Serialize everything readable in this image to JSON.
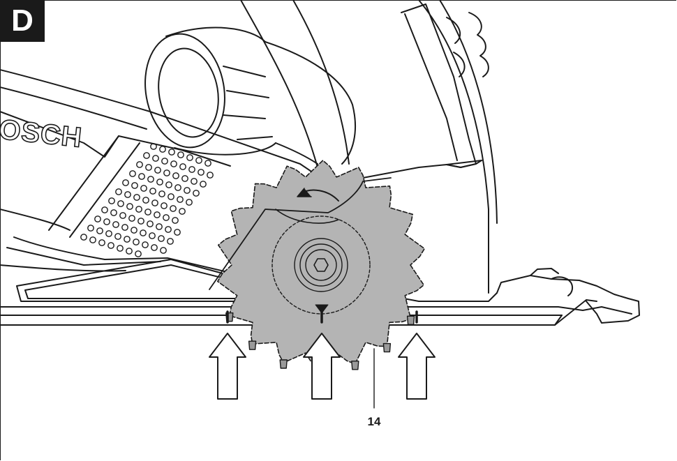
{
  "figure": {
    "label": "D",
    "brand_text": "OSCH",
    "callout": "14",
    "colors": {
      "ink": "#1a1a1a",
      "blade_fill": "#b4b4b4",
      "background": "#ffffff"
    }
  }
}
